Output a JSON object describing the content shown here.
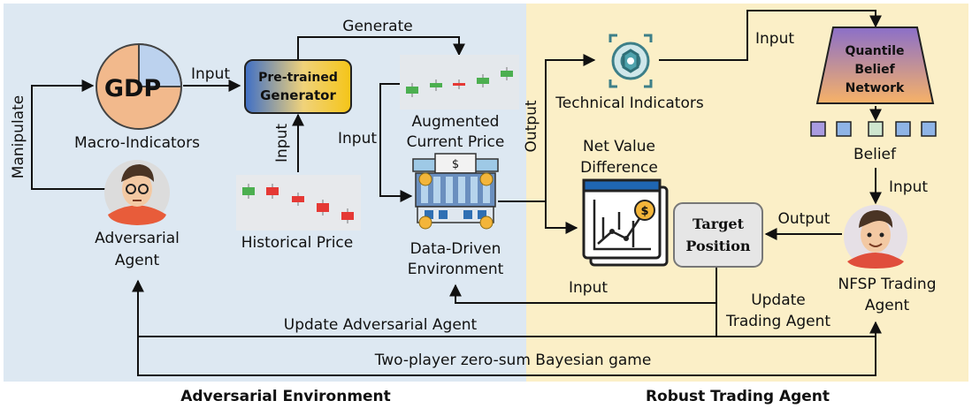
{
  "panels": {
    "left_caption": "Adversarial Environment",
    "right_caption": "Robust Trading Agent",
    "left_color": "#dde8f2",
    "right_color": "#fbefc7"
  },
  "nodes": {
    "gdp": "GDP",
    "macro_indicators": "Macro-Indicators",
    "generator_line1": "Pre-trained",
    "generator_line2": "Generator",
    "augmented_line1": "Augmented",
    "augmented_line2": "Current Price",
    "historical_price": "Historical Price",
    "adversarial_line1": "Adversarial",
    "adversarial_line2": "Agent",
    "environment_line1": "Data-Driven",
    "environment_line2": "Environment",
    "technical_indicators": "Technical Indicators",
    "net_value_line1": "Net Value",
    "net_value_line2": "Difference",
    "qbn_line1": "Quantile",
    "qbn_line2": "Belief",
    "qbn_line3": "Network",
    "belief": "Belief",
    "target_line1": "Target",
    "target_line2": "Position",
    "nfsp_line1": "NFSP Trading",
    "nfsp_line2": "Agent"
  },
  "edges": {
    "generate": "Generate",
    "input_gdp_generator": "Input",
    "manipulate": "Manipulate",
    "input_history_generator": "Input",
    "input_augmented_env": "Input",
    "output_env": "Output",
    "input_tech_qbn": "Input",
    "input_belief_agent": "Input",
    "output_agent_target": "Output",
    "input_target_env": "Input",
    "update_trading_line1": "Update",
    "update_trading_line2": "Trading Agent",
    "update_adversarial": "Update Adversarial Agent",
    "game": "Two-player zero-sum Bayesian game"
  },
  "colors": {
    "candle_green": "#4caf50",
    "candle_red": "#e53935",
    "gdp_fill": "#f2b98c",
    "gdp_slice": "#bcd2ee",
    "generator_left": "#3f6fc6",
    "generator_right": "#f5c518",
    "qbn_top": "#8b6fc9",
    "qbn_bottom": "#f7b267",
    "belief_purple": "#a99be0",
    "belief_blue": "#8fb4e6",
    "belief_green": "#cfe6cf",
    "target_fill": "#e6e6e6",
    "accent_teal": "#3d7f88"
  },
  "icons": {
    "gdp": "pie-chart-icon",
    "generator": "generator-box",
    "adversarial": "person-glasses-avatar-icon",
    "nfsp": "person-avatar-icon",
    "environment": "exchange-building-icon",
    "technical": "gear-chip-icon",
    "net_value": "chart-dollar-document-icon",
    "augmented": "candlestick-chart-icon",
    "historical": "candlestick-chart-icon"
  }
}
